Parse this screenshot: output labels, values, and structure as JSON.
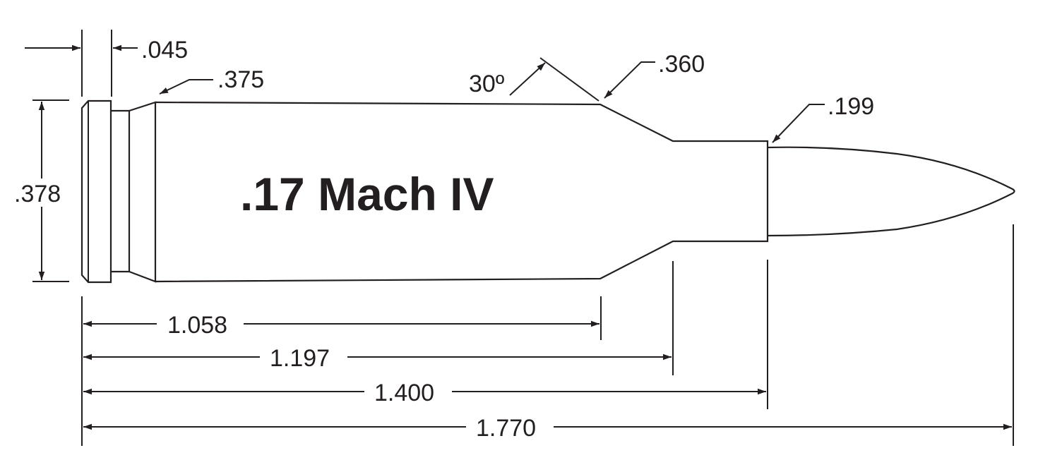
{
  "cartridge": {
    "name": ".17 Mach IV"
  },
  "dimensions": {
    "rim_thickness": ".045",
    "base_diameter": ".375",
    "rim_diameter": ".378",
    "shoulder_angle": "30º",
    "shoulder_diameter": ".360",
    "neck_diameter": ".199",
    "length_to_shoulder": "1.058",
    "length_to_neck": "1.197",
    "case_length": "1.400",
    "overall_length": "1.770"
  },
  "colors": {
    "line": "#231f20",
    "background": "#ffffff"
  }
}
